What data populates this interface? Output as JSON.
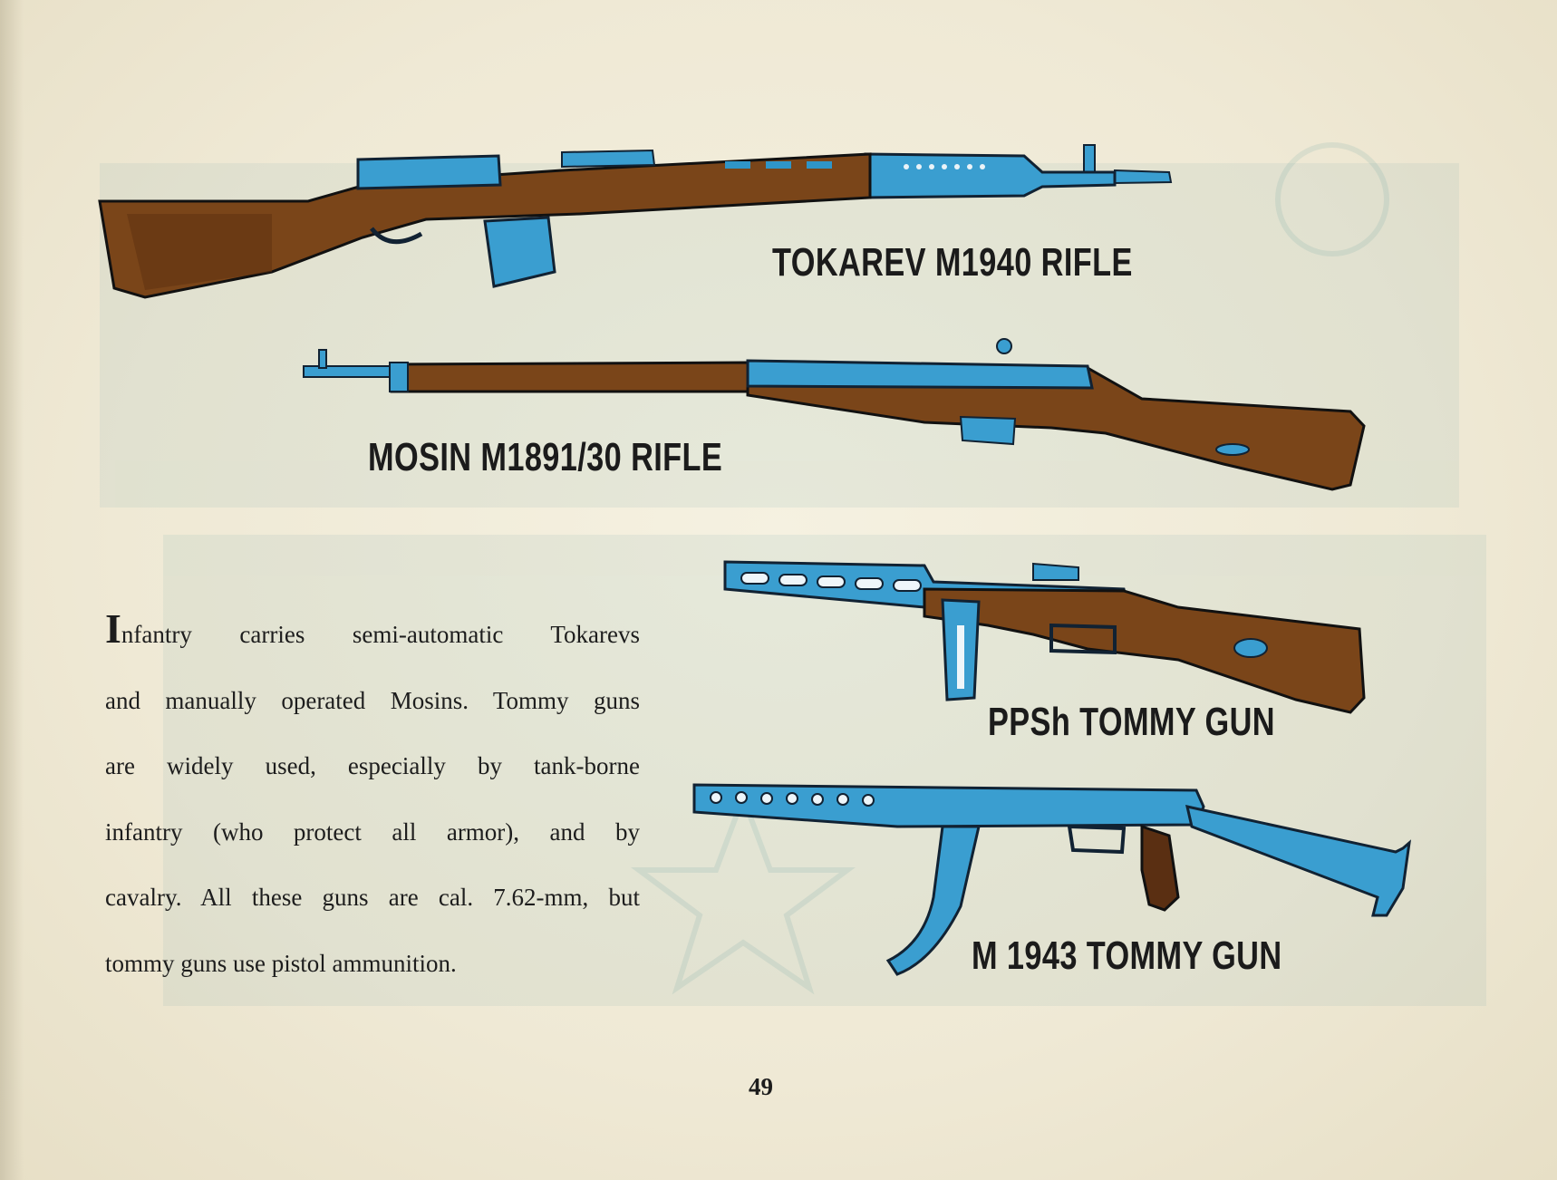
{
  "weapons": {
    "tokarev": {
      "label": "TOKAREV M1940 RIFLE"
    },
    "mosin": {
      "label": "MOSIN M1891/30 RIFLE"
    },
    "ppsh": {
      "label": "PPSh TOMMY GUN"
    },
    "m1943": {
      "label": "M 1943 TOMMY GUN"
    }
  },
  "body": {
    "dropcap": "I",
    "line1_rest": "nfantry carries semi-automatic Tokarevs",
    "line2": "and manually operated Mosins. Tommy guns",
    "line3": "are widely used, especially by tank-borne",
    "line4": "infantry (who protect all armor), and by",
    "line5": "cavalry. All these guns are cal. 7.62-mm, but",
    "line6": "tommy guns use pistol ammunition."
  },
  "page_number": "49",
  "colors": {
    "paper": "#efe9d6",
    "ink": "#1b1b1b",
    "metal_blue": "#2f95c8",
    "wood_brown": "#6e3a16"
  }
}
